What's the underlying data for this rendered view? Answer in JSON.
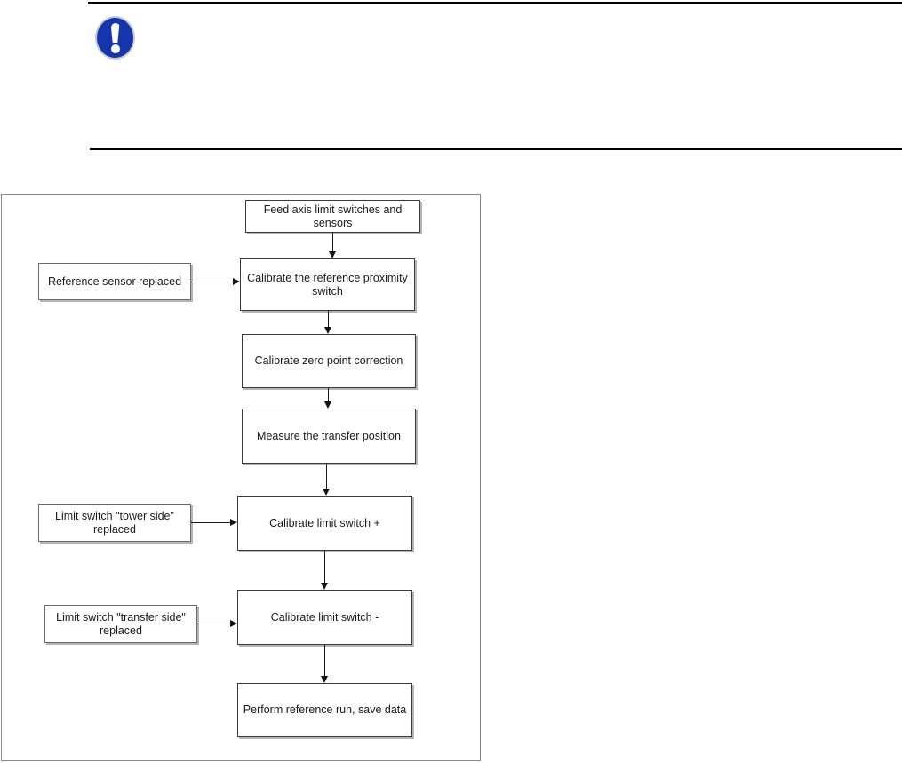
{
  "page": {
    "background": "#ffffff",
    "notice": {
      "icon": "mandatory-action-exclamation-icon",
      "icon_color": "#1535ae",
      "icon_ring_color": "#c9c9c9"
    }
  },
  "flowchart": {
    "frame_border_color": "#8a8a8a",
    "steps": [
      {
        "id": "feed",
        "label": "Feed axis limit switches and sensors"
      },
      {
        "id": "calref",
        "label": "Calibrate the reference proximity switch"
      },
      {
        "id": "zero",
        "label": "Calibrate zero point correction"
      },
      {
        "id": "transfer",
        "label": "Measure the transfer position"
      },
      {
        "id": "plus",
        "label": "Calibrate limit switch +"
      },
      {
        "id": "minus",
        "label": "Calibrate limit switch -"
      },
      {
        "id": "refrun",
        "label": "Perform reference run, save data"
      }
    ],
    "side_conditions": [
      {
        "label": "Reference sensor replaced",
        "target": "calref"
      },
      {
        "label": "Limit switch \"tower side\" replaced",
        "target": "plus"
      },
      {
        "label": "Limit switch \"transfer side\" replaced",
        "target": "minus"
      }
    ]
  }
}
